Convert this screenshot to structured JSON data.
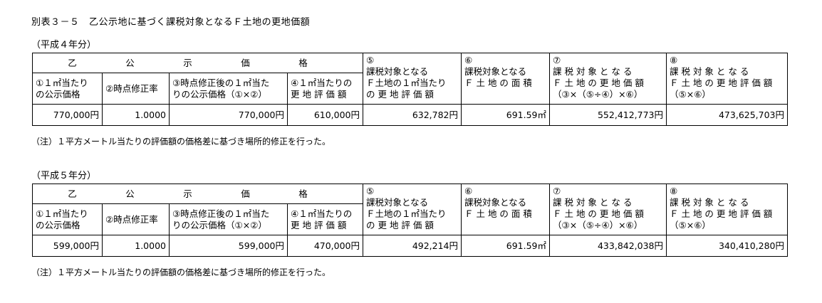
{
  "title": "別表３－５　乙公示地に基づく課税対象となるＦ土地の更地価額",
  "tables": [
    {
      "period": "（平成４年分）",
      "group_header": "乙　公　示　価　格",
      "col1": "①１㎡当たり\nの公示価格",
      "col2": "②時点修正率",
      "col3": "③時点修正後の１㎡当た\nりの公示価格（①×②）",
      "col4": "④１㎡当たりの\n更 地 評 価 額",
      "col5": "⑤\n課税対象となる\nＦ土地の１㎡当たり\nの 更 地 評 価 額",
      "col6": "⑥\n課税対象となる\nＦ 土 地 の 面 積",
      "col7": "⑦\n課 税 対 象 と な る\nＦ 土 地 の 更 地 価 額\n（③×（⑤÷④）×⑥）",
      "col8": "⑧\n課 税 対 象 と な る\nＦ 土 地 の 更 地 評 価 額\n（⑤×⑥）",
      "values": [
        "770,000円",
        "1.0000",
        "770,000円",
        "610,000円",
        "632,782円",
        "691.59㎡",
        "552,412,773円",
        "473,625,703円"
      ],
      "note": "（注）１平方メートル当たりの評価額の価格差に基づき場所的修正を行った。"
    },
    {
      "period": "（平成５年分）",
      "group_header": "乙　公　示　価　格",
      "col1": "①１㎡当たり\nの公示価格",
      "col2": "②時点修正率",
      "col3": "③時点修正後の１㎡当た\nりの公示価格（①×②）",
      "col4": "④１㎡当たりの\n更 地 評 価 額",
      "col5": "⑤\n課税対象となる\nＦ土地の１㎡当たり\nの 更 地 評 価 額",
      "col6": "⑥\n課税対象となる\nＦ 土 地 の 面 積",
      "col7": "⑦\n課 税 対 象 と な る\nＦ 土 地 の 更 地 価 額\n（③×（⑤÷④）×⑥）",
      "col8": "⑧\n課 税 対 象 と な る\nＦ 土 地 の 更 地 評 価 額\n（⑤×⑥）",
      "values": [
        "599,000円",
        "1.0000",
        "599,000円",
        "470,000円",
        "492,214円",
        "691.59㎡",
        "433,842,038円",
        "340,410,280円"
      ],
      "note": "（注）１平方メートル当たりの評価額の価格差に基づき場所的修正を行った。"
    }
  ]
}
